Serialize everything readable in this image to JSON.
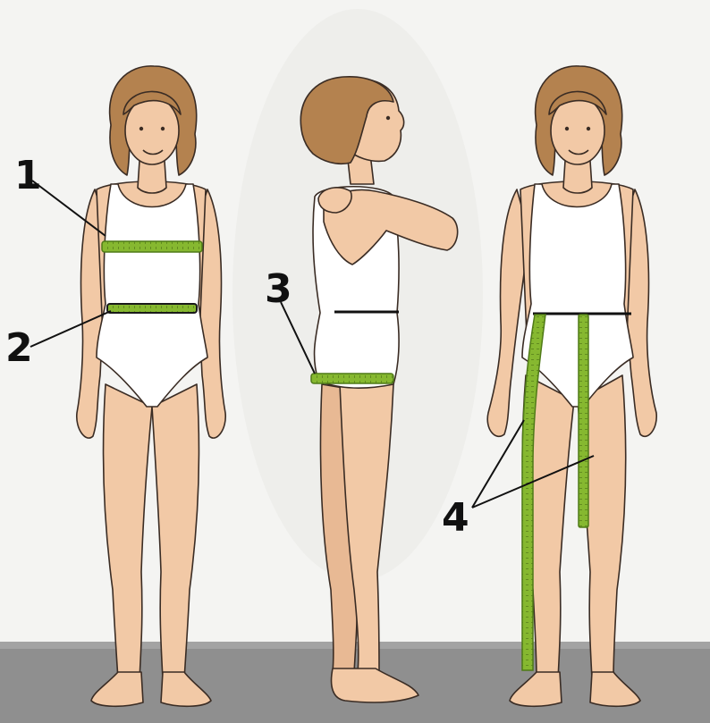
{
  "markers": [
    "1",
    "2",
    "3",
    "4"
  ],
  "colors": {
    "skin": "#f2c9a6",
    "skin_shade": "#e2ad86",
    "hair": "#b4824f",
    "hair_dark": "#8d5f33",
    "suit": "#ffffff",
    "outline": "#3a2c24",
    "tape": "#86b830",
    "tape_dark": "#4f7a17",
    "floor": "#8f8f8f",
    "wall": "#f4f4f2",
    "waist_line": "#111111"
  },
  "figures": [
    {
      "view": "front",
      "tapes": [
        "bust",
        "waist"
      ]
    },
    {
      "view": "side",
      "tapes": [
        "hip"
      ]
    },
    {
      "view": "front",
      "tapes": [
        "outer-leg-length",
        "inner-leg-length"
      ]
    }
  ]
}
